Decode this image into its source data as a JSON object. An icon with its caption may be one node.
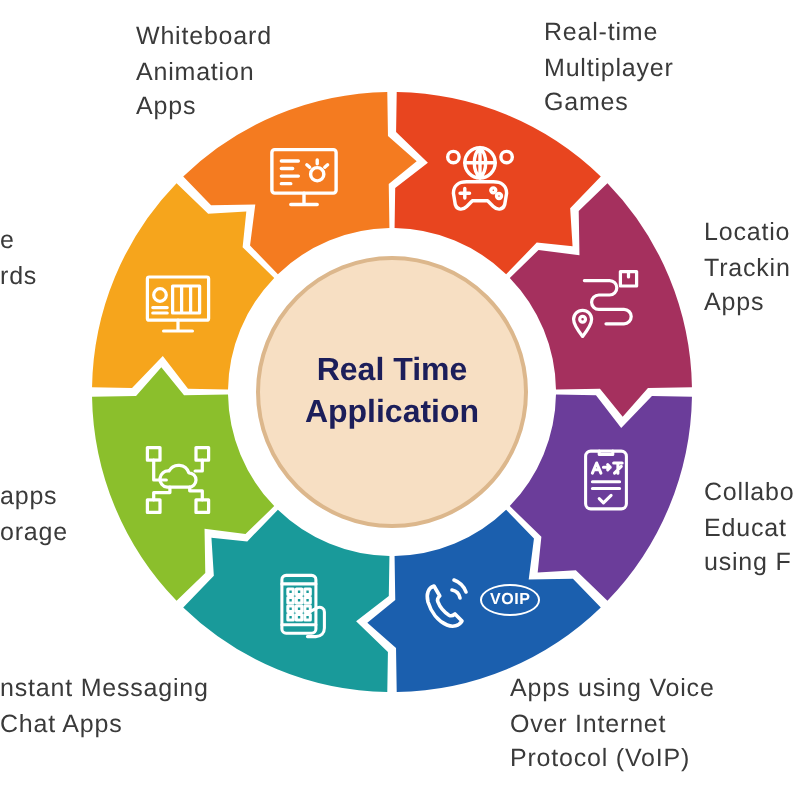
{
  "diagram": {
    "nodes": [
      {
        "text": [
          "Real Time Application"
        ]
      },
      {
        "text": [],
        "shape": "sector",
        "beside": [
          "Whiteboard Animation Apps"
        ]
      },
      {
        "text": [],
        "shape": "sector",
        "beside": [
          "Real-time Multiplayer Games"
        ]
      },
      {
        "text": [],
        "shape": "sector",
        "beside": [
          "Locatio Trackin Apps"
        ]
      },
      {
        "text": [],
        "shape": "sector",
        "beside": [
          "Collabo Educat using F"
        ]
      },
      {
        "text": [],
        "shape": "sector",
        "beside": [
          "Apps using Voice Over Internet Protocol (VoIP)"
        ]
      },
      {
        "text": [],
        "shape": "sector",
        "beside": [
          "nstant Messaging Chat Apps"
        ]
      },
      {
        "text": [],
        "shape": "sector",
        "beside": [
          "apps orage"
        ]
      },
      {
        "text": [],
        "shape": "sector",
        "beside": [
          "e rds"
        ]
      }
    ],
    "labels": [
      "VOIP"
    ]
  }
}
